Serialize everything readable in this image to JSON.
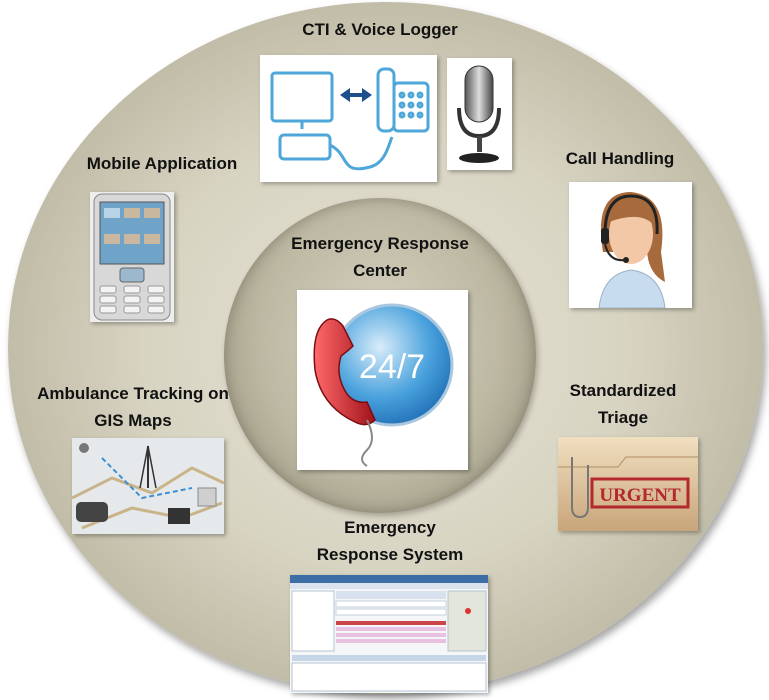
{
  "center": {
    "title_line1": "Emergency Response",
    "title_line2": "Center",
    "badge_text": "24/7"
  },
  "nodes": {
    "cti": {
      "label": "CTI & Voice Logger"
    },
    "call_handling": {
      "label": "Call Handling"
    },
    "mobile": {
      "label": "Mobile Application"
    },
    "ambulance": {
      "label_line1": "Ambulance Tracking on",
      "label_line2": "GIS Maps"
    },
    "triage": {
      "label_line1": "Standardized",
      "label_line2": "Triage",
      "stamp_text": "URGENT"
    },
    "ers": {
      "label_line1": "Emergency",
      "label_line2": "Response System"
    }
  },
  "colors": {
    "ring": "#d8d4c2",
    "phone_red": "#d0232a",
    "badge_blue": "#3a9ad9",
    "urgent_red": "#b3282d"
  }
}
